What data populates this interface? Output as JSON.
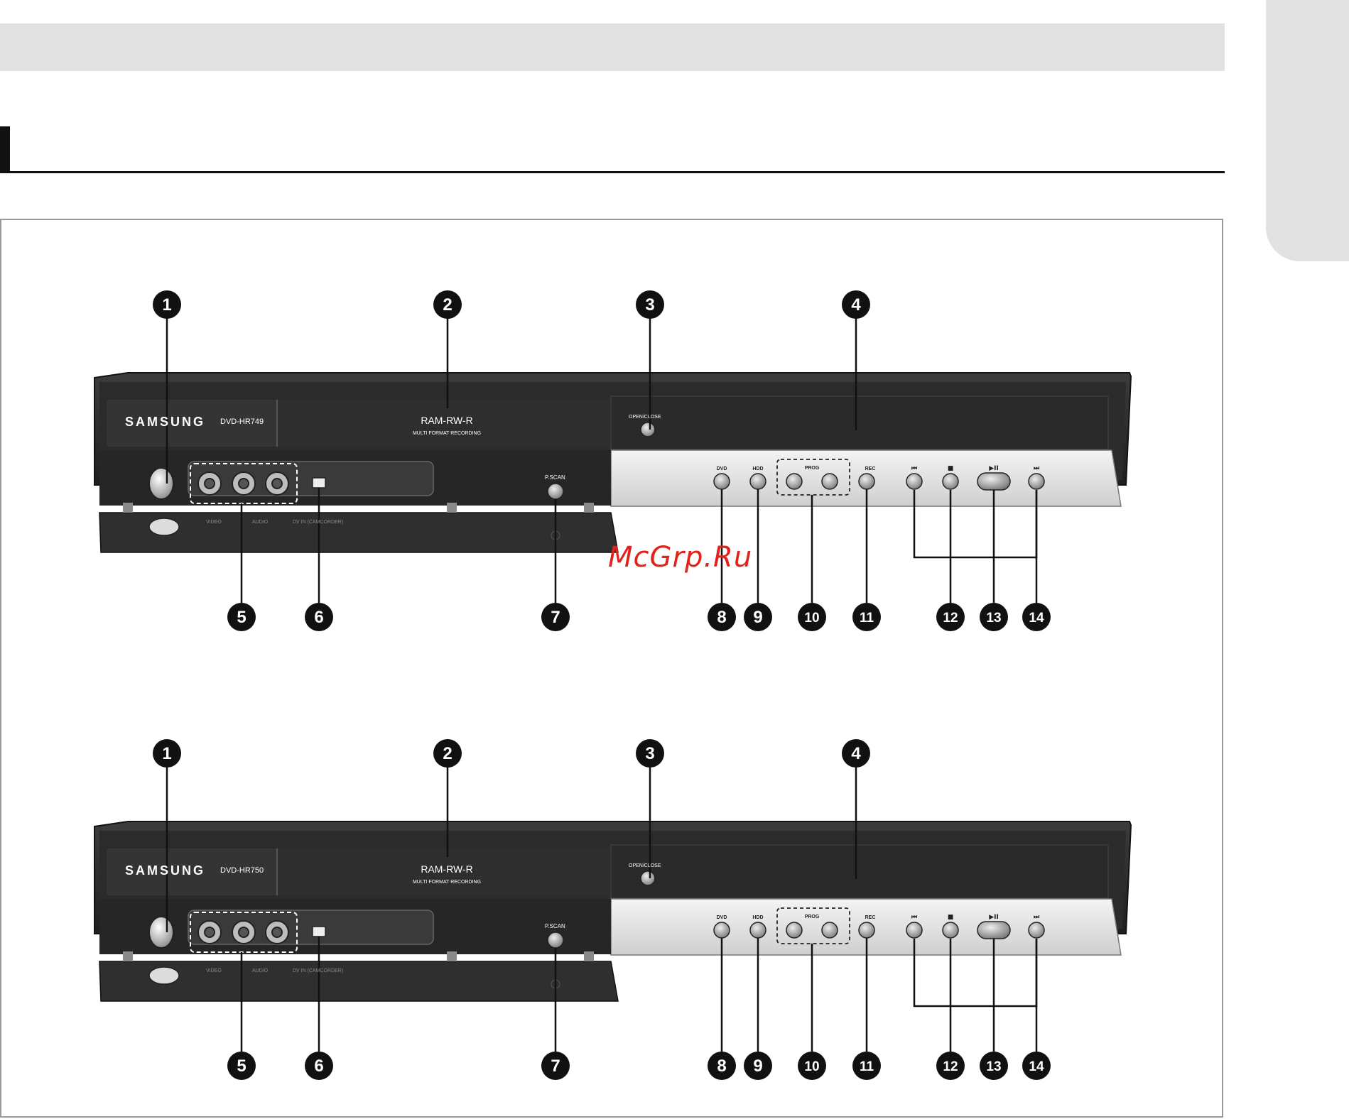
{
  "page": {
    "watermark": "McGrp.Ru"
  },
  "panels": [
    {
      "model": "DVD-HR749",
      "brand": "SAMSUNG",
      "format_logo": "RAM-RW-R",
      "format_caption": "MULTI FORMAT RECORDING",
      "open_close": "OPEN/CLOSE",
      "p_scan": "P.SCAN",
      "buttons": {
        "dvd": "DVD",
        "hdd": "HDD",
        "prog": "PROG",
        "rec": "REC"
      },
      "jacks": {
        "video": "VIDEO",
        "audio": "AUDIO",
        "dv_in": "DV IN (CAMCORDER)"
      },
      "callouts_top": [
        "1",
        "2",
        "3",
        "4"
      ],
      "callouts_bottom": [
        "5",
        "6",
        "7",
        "8",
        "9",
        "10",
        "11",
        "12",
        "13",
        "14"
      ]
    },
    {
      "model": "DVD-HR750",
      "brand": "SAMSUNG",
      "format_logo": "RAM-RW-R",
      "format_caption": "MULTI FORMAT RECORDING",
      "open_close": "OPEN/CLOSE",
      "p_scan": "P.SCAN",
      "buttons": {
        "dvd": "DVD",
        "hdd": "HDD",
        "prog": "PROG",
        "rec": "REC"
      },
      "jacks": {
        "video": "VIDEO",
        "audio": "AUDIO",
        "dv_in": "DV IN (CAMCORDER)"
      },
      "callouts_top": [
        "1",
        "2",
        "3",
        "4"
      ],
      "callouts_bottom": [
        "5",
        "6",
        "7",
        "8",
        "9",
        "10",
        "11",
        "12",
        "13",
        "14"
      ]
    }
  ]
}
